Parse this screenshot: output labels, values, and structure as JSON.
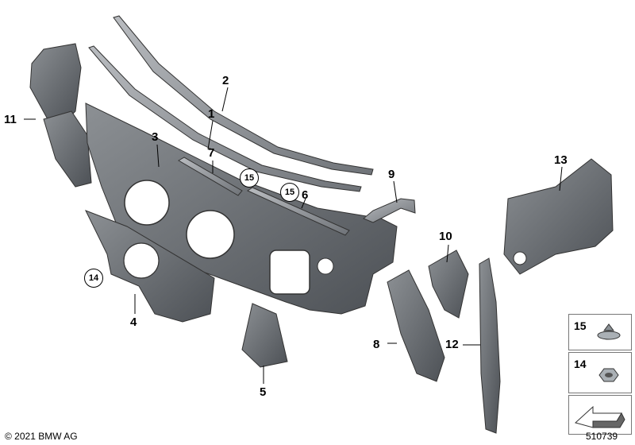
{
  "callouts": {
    "c1": "1",
    "c2": "2",
    "c3": "3",
    "c4": "4",
    "c5": "5",
    "c6": "6",
    "c7": "7",
    "c8": "8",
    "c9": "9",
    "c10": "10",
    "c11": "11",
    "c12": "12",
    "c13": "13",
    "c14": "14",
    "c15a": "15",
    "c15b": "15"
  },
  "legend": {
    "item15": "15",
    "item14": "14"
  },
  "footer": {
    "copyright": "© 2021 BMW AG",
    "diagram_number": "510739"
  }
}
